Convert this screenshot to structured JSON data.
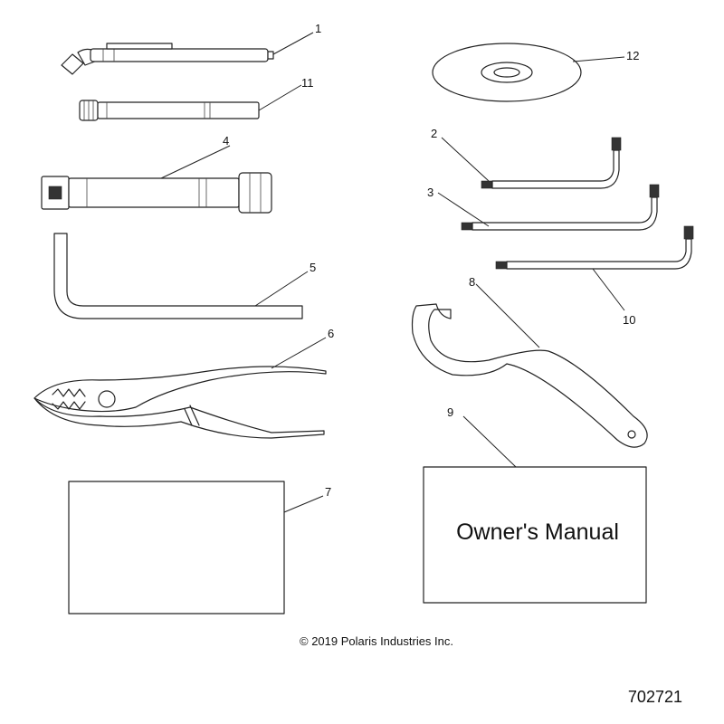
{
  "callouts": {
    "c1": "1",
    "c2": "2",
    "c3": "3",
    "c4": "4",
    "c5": "5",
    "c6": "6",
    "c7": "7",
    "c8": "8",
    "c9": "9",
    "c10": "10",
    "c11": "11",
    "c12": "12"
  },
  "manual": {
    "title": "Owner's Manual"
  },
  "footer": {
    "copyright": "© 2019 Polaris Industries Inc.",
    "part_number": "702721"
  }
}
